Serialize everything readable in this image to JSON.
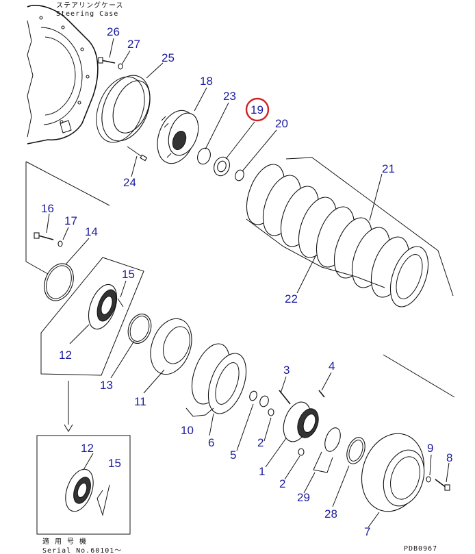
{
  "header": {
    "caption_jp": "ステアリングケース",
    "caption_en": "Steering Case"
  },
  "callouts": {
    "c1": "1",
    "c2a": "2",
    "c2b": "2",
    "c3": "3",
    "c4": "4",
    "c5": "5",
    "c6": "6",
    "c7": "7",
    "c8": "8",
    "c9": "9",
    "c10": "10",
    "c11": "11",
    "c12a": "12",
    "c12b": "12",
    "c13": "13",
    "c14": "14",
    "c15a": "15",
    "c15b": "15",
    "c16": "16",
    "c17": "17",
    "c18": "18",
    "c19": "19",
    "c20": "20",
    "c21": "21",
    "c22": "22",
    "c23": "23",
    "c24": "24",
    "c25": "25",
    "c26": "26",
    "c27": "27",
    "c28": "28",
    "c29": "29"
  },
  "inset": {
    "caption_jp": "適 用 号 機",
    "caption_en": "Serial No.60101～"
  },
  "footer": {
    "code": "PDB0967"
  },
  "colors": {
    "callout": "#1a1aa0",
    "highlight": "#d21f1f",
    "ink": "#111111"
  }
}
